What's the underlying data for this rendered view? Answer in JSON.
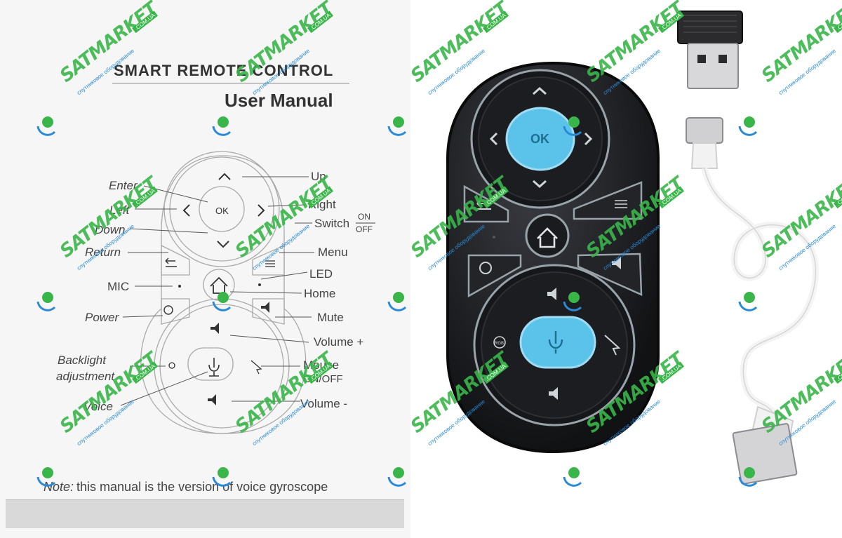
{
  "manual": {
    "title": "SMART REMOTE CONTROL",
    "subtitle": "User Manual",
    "diagram_ok": "OK",
    "labels": {
      "up": "Up",
      "enter": "Enter",
      "left": "Left",
      "right": "Right",
      "down": "Down",
      "switch": "Switch",
      "switch_on": "ON",
      "switch_off": "OFF",
      "return": "Return",
      "menu": "Menu",
      "led": "LED",
      "mic": "MIC",
      "home": "Home",
      "power": "Power",
      "mute": "Mute",
      "volume_plus": "Volume +",
      "backlight_1": "Backlight",
      "backlight_2": "adjustment",
      "mouse_1": "Mouse",
      "mouse_2": "ON/OFF",
      "voice": "Voice",
      "volume_minus": "Volume -"
    },
    "note_prefix": "Note:",
    "note_text": "this manual is the version of voice gyroscope"
  },
  "remote": {
    "ok_label": "OK",
    "rgb_label": "RGB",
    "accent_color": "#5bc3ea",
    "body_color": "#1c1d20",
    "ring_color": "#9aa3aa"
  },
  "watermark": {
    "brand": "SATMARKET",
    "tagline": "спутниковое оборудование",
    "domain": ".COM.UA",
    "color": "#3ab54a"
  }
}
